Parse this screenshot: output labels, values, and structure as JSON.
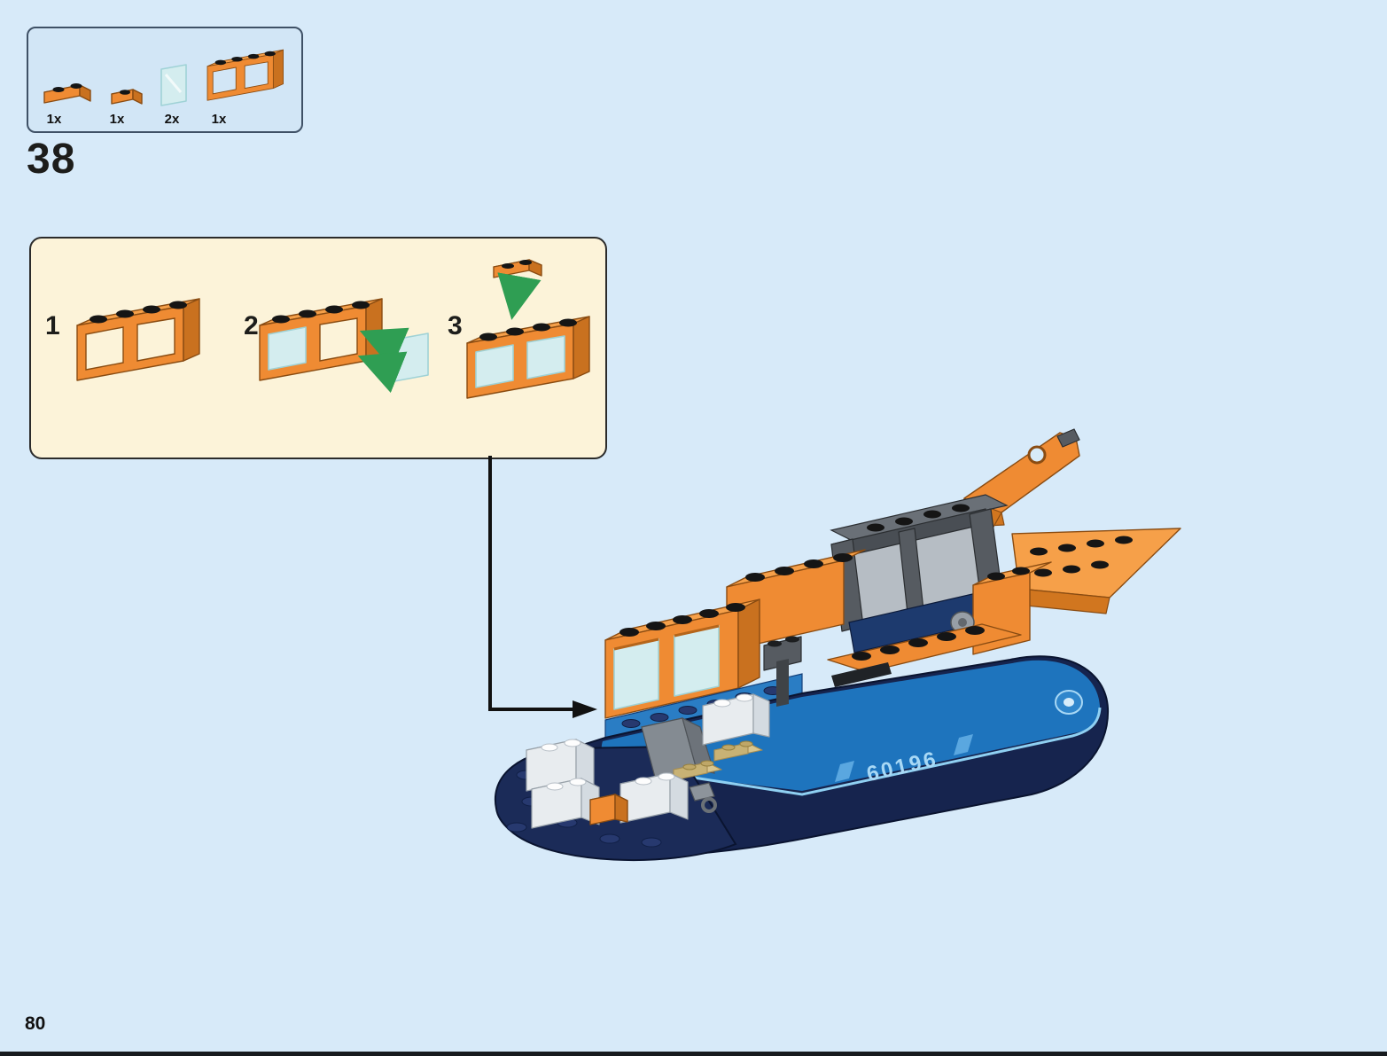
{
  "page": {
    "number": "80",
    "background_color": "#d7eaf9"
  },
  "step": {
    "number": "38"
  },
  "parts_box": {
    "items": [
      {
        "name": "orange-plate-1x2",
        "count": "1x"
      },
      {
        "name": "orange-plate-1x1",
        "count": "1x"
      },
      {
        "name": "transparent-window-pane",
        "count": "2x"
      },
      {
        "name": "orange-window-frame-1x4x2",
        "count": "1x"
      }
    ]
  },
  "substeps": {
    "labels": [
      "1",
      "2",
      "3"
    ]
  },
  "model": {
    "hull_marking": "60196"
  },
  "colors": {
    "orange": "#ef8b33",
    "orange_light": "#f6a049",
    "orange_dark": "#c9711f",
    "hull_navy": "#16244e",
    "hull_blue": "#1e74bd",
    "pane_glass": "#d4edef",
    "arrow_green": "#2f9e53",
    "panel_cream": "#fcf3d9"
  }
}
